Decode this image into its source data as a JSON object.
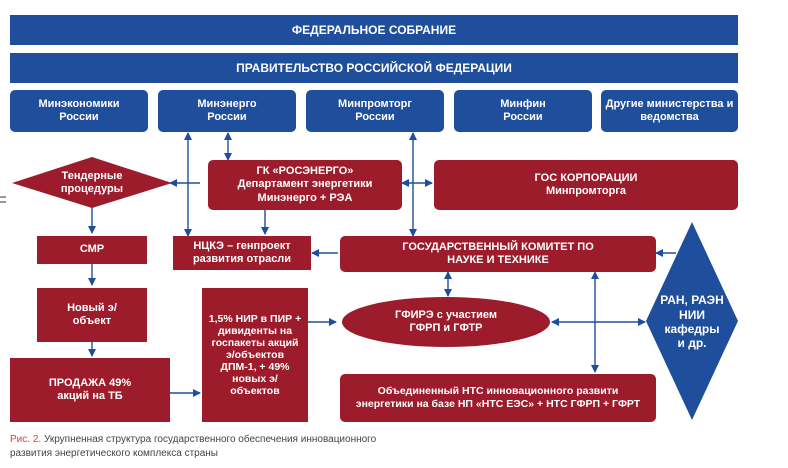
{
  "federal_assembly": "ФЕДЕРАЛЬНОЕ СОБРАНИЕ",
  "government": "ПРАВИТЕЛЬСТВО РОССИЙСКОЙ ФЕДЕРАЦИИ",
  "ministries": [
    "Минэкономики России",
    "Минэнерго России",
    "Минпромторг России",
    "Минфин России",
    "Другие министерства и ведомства"
  ],
  "tender": "Тендерные процедуры",
  "rosenergo": "ГК «РОСЭНЕРГО» Департамент энергетики Минэнерго + РЭА",
  "gos_corp": "ГОС КОРПОРАЦИИ Минпромторга",
  "smr": "СМР",
  "ncke": "НЦКЭ – генпроект развития отрасли",
  "gos_committee": "ГОСУДАРСТВЕННЫЙ КОМИТЕТ ПО НАУКЕ И ТЕХНИКЕ",
  "new_object": "Новый э/объект",
  "funding": "1,5% НИР в ПИР + дивиденты на госпакеты акций э/объектов ДПМ-1, + 49% новых э/объектов",
  "gfire": "ГФИРЭ с участием ГФРП и ГФТР",
  "ran": "РАН, РАЭН НИИ кафедры и др.",
  "sale": "ПРОДАЖА 49% акций на ТБ",
  "nts": "Объединенный НТС инновационного развити энергетики на базе НП «НТС ЕЭС» + НТС ГФРП + ГФРТ",
  "caption_fig": "Рис. 2.",
  "caption_text": "Укрупненная структура государственного обеспечения инновационного развития энергетического комплекса страны",
  "colors": {
    "blue": "#1f4e9c",
    "red": "#9c1c2c",
    "arrow": "#1f4e9c"
  }
}
